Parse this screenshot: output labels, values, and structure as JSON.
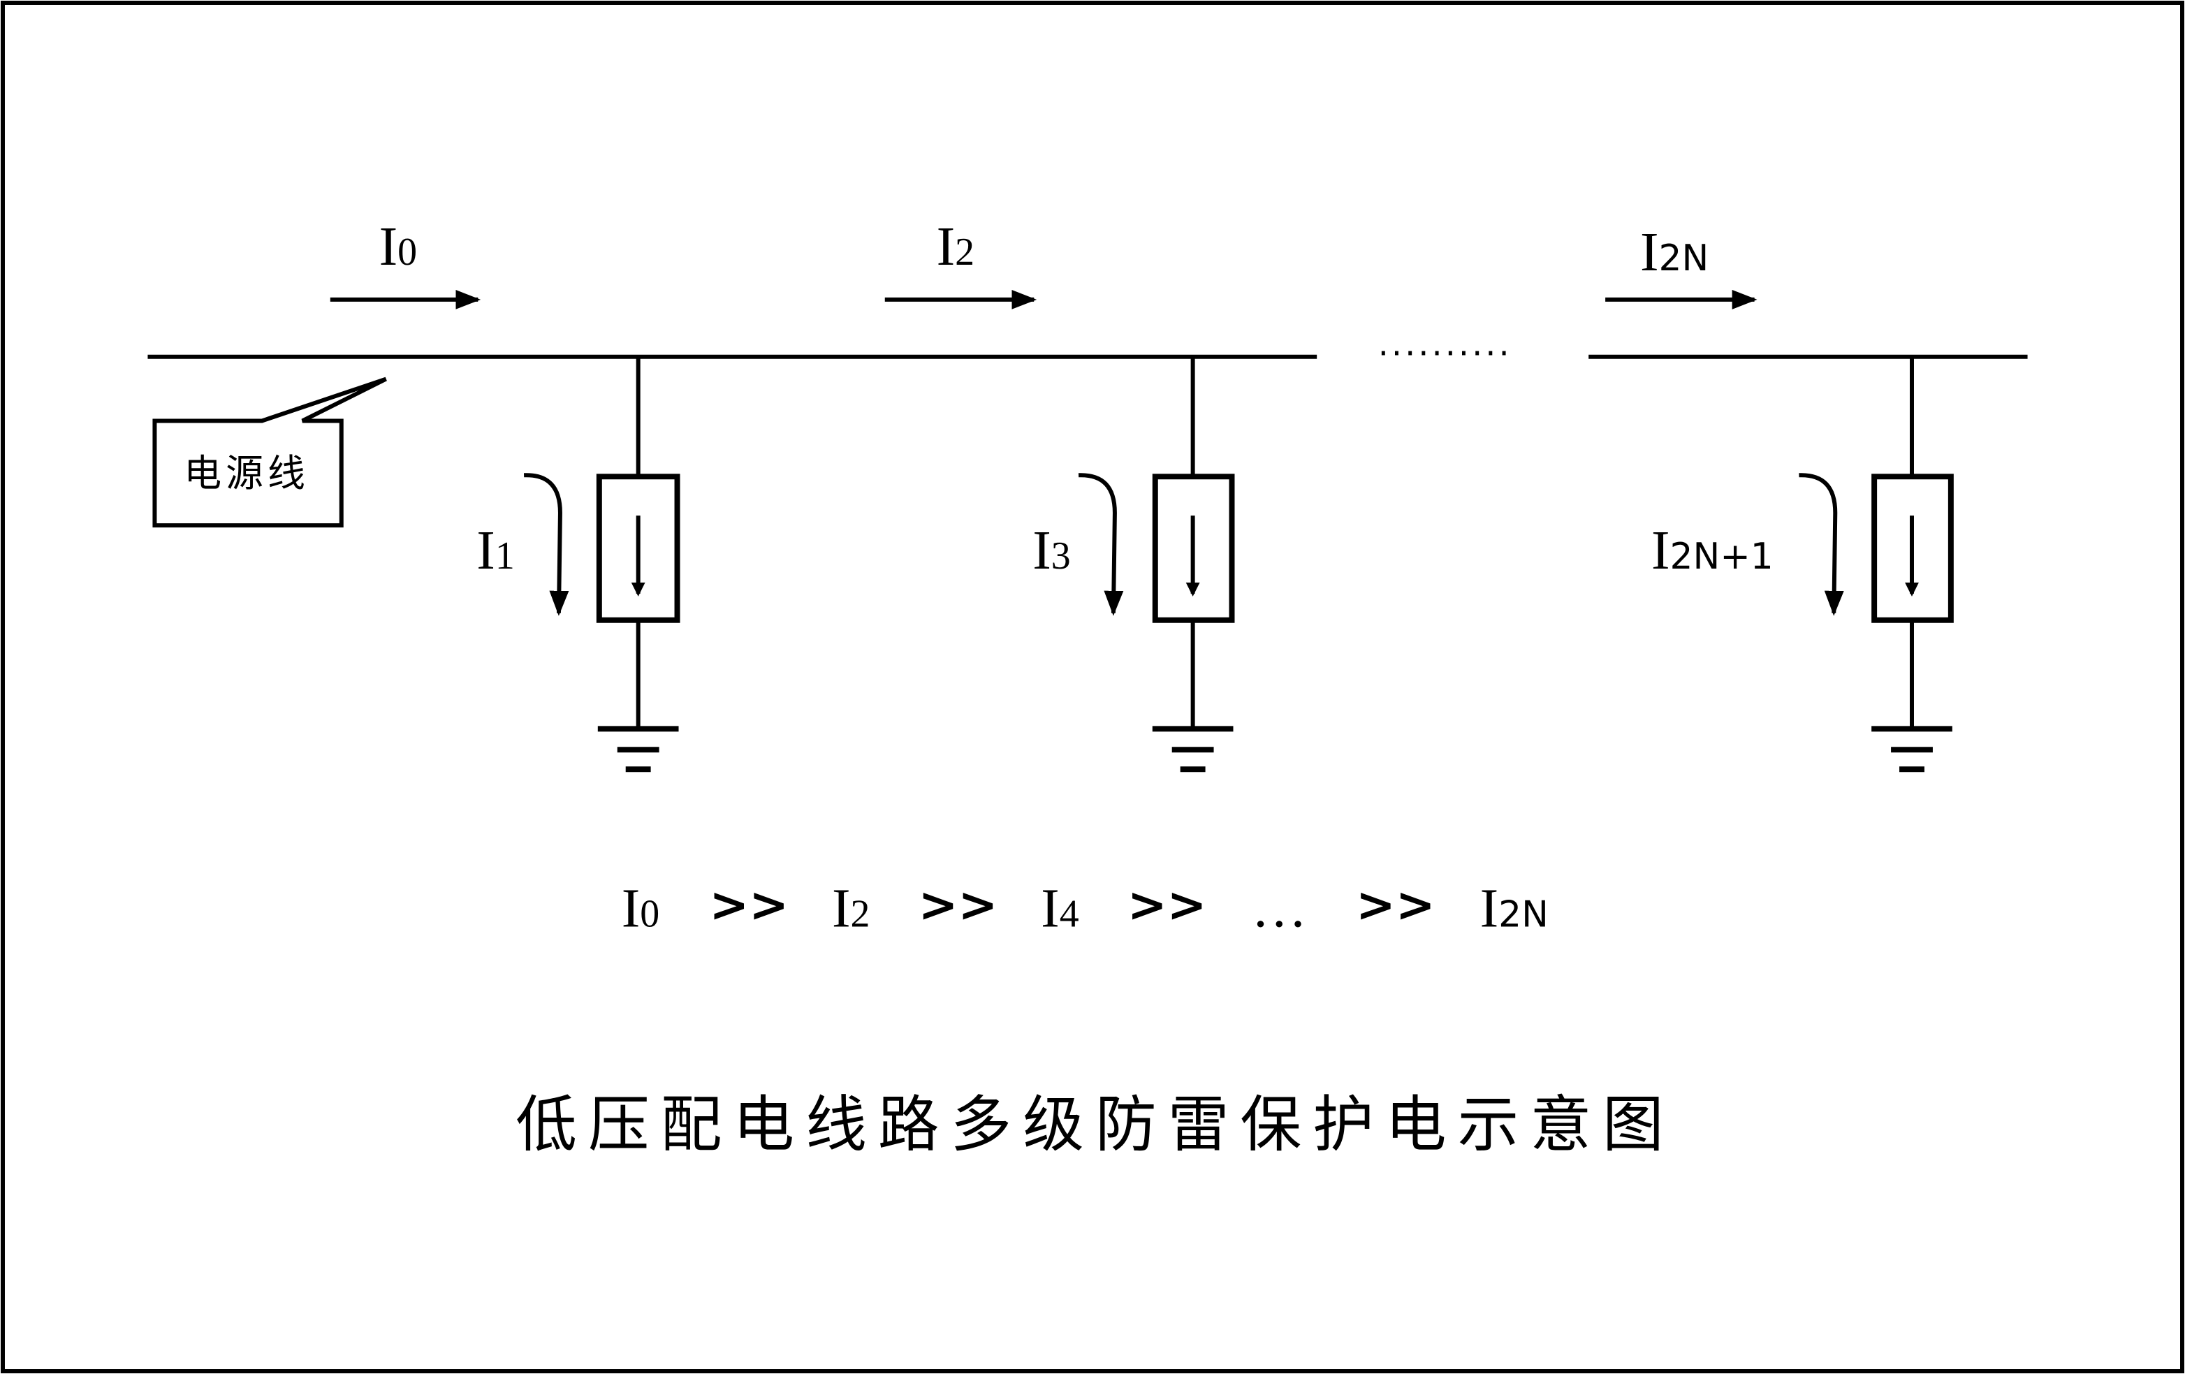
{
  "title": "低压配电线路多级防雷保护电示意图",
  "callout": "电源线",
  "currents": {
    "i0": {
      "main": "I",
      "sub": "0"
    },
    "i2": {
      "main": "I",
      "sub": "2"
    },
    "i2n": {
      "main": "I",
      "sub": "2N"
    },
    "i1": {
      "main": "I",
      "sub": "1"
    },
    "i3": {
      "main": "I",
      "sub": "3"
    },
    "i2n1": {
      "main": "I",
      "sub": "2N+1"
    }
  },
  "relation": {
    "t0": {
      "main": "I",
      "sub": "0"
    },
    "op1": ">>",
    "t1": {
      "main": "I",
      "sub": "2"
    },
    "op2": ">>",
    "t2": {
      "main": "I",
      "sub": "4"
    },
    "op3": ">>",
    "ellipsis": "…",
    "op4": ">>",
    "t3": {
      "main": "I",
      "sub": "2N"
    }
  },
  "dots": "··········"
}
